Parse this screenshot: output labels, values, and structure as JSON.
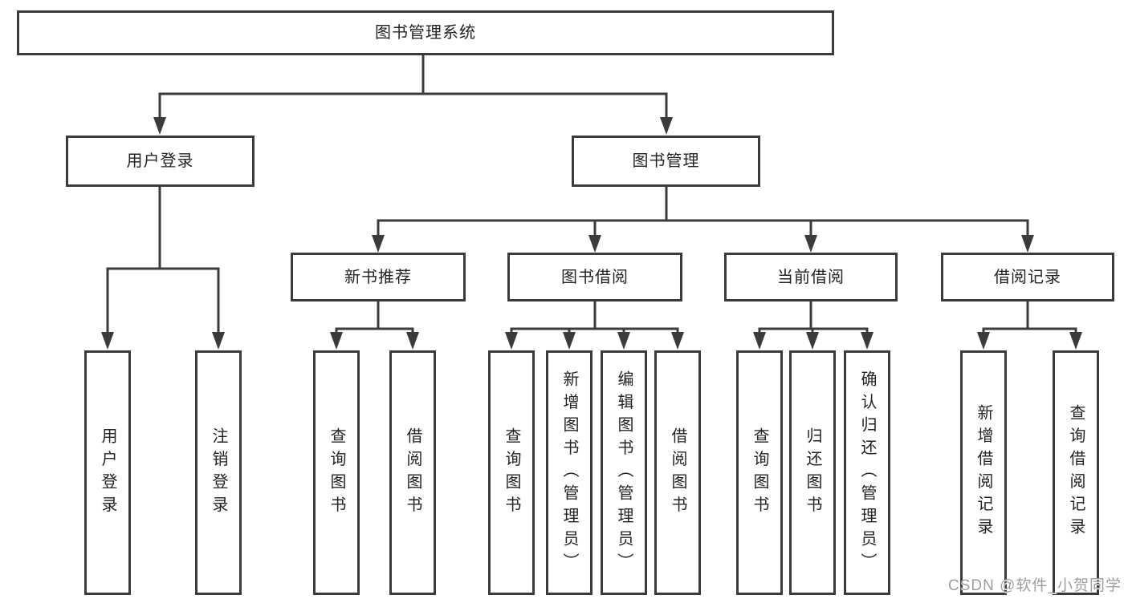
{
  "diagram": {
    "title": "图书管理系统",
    "branches": [
      {
        "label": "用户登录",
        "children": [
          "用户登录",
          "注销登录"
        ]
      },
      {
        "label": "图书管理",
        "children": [
          {
            "label": "新书推荐",
            "children": [
              "查询图书",
              "借阅图书"
            ]
          },
          {
            "label": "图书借阅",
            "children": [
              "查询图书",
              "新增图书（管理员）",
              "编辑图书（管理员）",
              "借阅图书"
            ]
          },
          {
            "label": "当前借阅",
            "children": [
              "查询图书",
              "归还图书",
              "确认归还（管理员）"
            ]
          },
          {
            "label": "借阅记录",
            "children": [
              "新增借阅记录",
              "查询借阅记录"
            ]
          }
        ]
      }
    ]
  },
  "watermark": {
    "text": "CSDN @软件_小贺同学"
  },
  "colors": {
    "line": "#3b3b3b",
    "text": "#232323",
    "watermark": "#9e9e9e",
    "background": "#ffffff"
  }
}
